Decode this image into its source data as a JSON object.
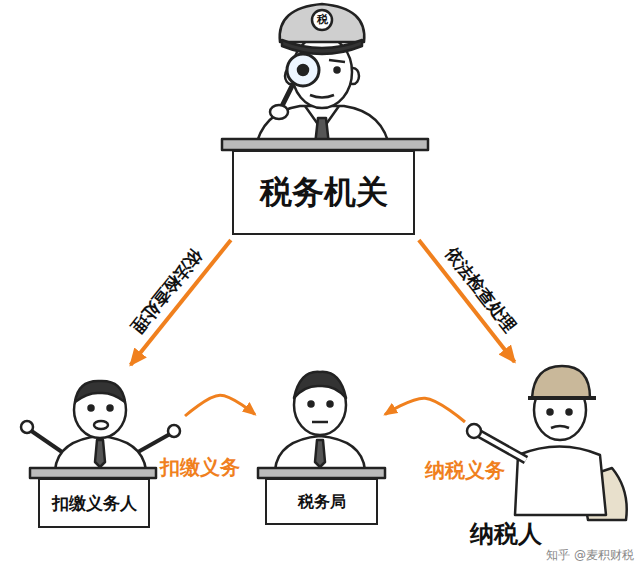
{
  "diagram": {
    "nodes": [
      {
        "text": [
          "税务机关"
        ]
      },
      {
        "text": [
          "扣缴义务人"
        ]
      },
      {
        "text": [
          "税务局"
        ]
      },
      {
        "text": [
          "纳税人"
        ]
      }
    ],
    "edges": [
      {
        "from": 0,
        "to": 1,
        "label": "依法检查处理",
        "arrow": "to"
      },
      {
        "from": 0,
        "to": 3,
        "label": "依法检查处理",
        "arrow": "to"
      },
      {
        "from": 1,
        "to": 2,
        "label": "扣缴义务",
        "arrow": "to"
      },
      {
        "from": 3,
        "to": 2,
        "label": "纳税义务",
        "arrow": "to"
      }
    ],
    "labels": [
      "税",
      "知乎 @麦积财税"
    ]
  }
}
